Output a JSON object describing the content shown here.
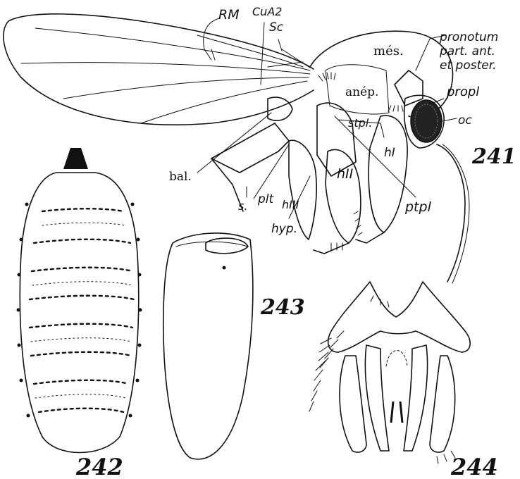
{
  "figure_numbers": [
    "241",
    "242",
    "243",
    "244"
  ],
  "labels": {
    "RM": "RM",
    "CuA2": "CuA2",
    "Sc": "Sc",
    "mes": "més.",
    "pronotum": "pronotum",
    "part_ant": "part. ant.",
    "et_poster": "et poster.",
    "propl": "propl",
    "anep": "anép.",
    "oc": "oc",
    "stpl": "stpl.",
    "hI": "hI",
    "hII": "hII",
    "hIII": "hIII",
    "bal": "bal.",
    "plt": "plt",
    "hyp": "hyp.",
    "ptpl": "ptpl",
    "s": "s."
  }
}
